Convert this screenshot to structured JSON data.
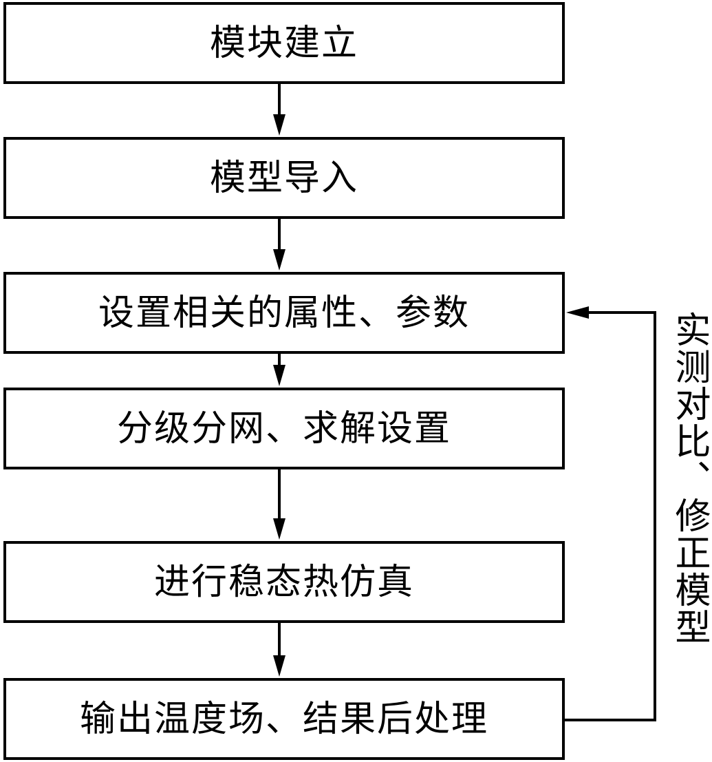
{
  "flowchart": {
    "steps": [
      {
        "label": "模块建立"
      },
      {
        "label": "模型导入"
      },
      {
        "label": "设置相关的属性、参数"
      },
      {
        "label": "分级分网、求解设置"
      },
      {
        "label": "进行稳态热仿真"
      },
      {
        "label": "输出温度场、结果后处理"
      }
    ],
    "feedback": {
      "label": "实测对比、修正模型",
      "from_step": 6,
      "to_step": 3
    }
  },
  "colors": {
    "line": "#000000",
    "box_fill": "#ffffff",
    "text": "#000000"
  }
}
